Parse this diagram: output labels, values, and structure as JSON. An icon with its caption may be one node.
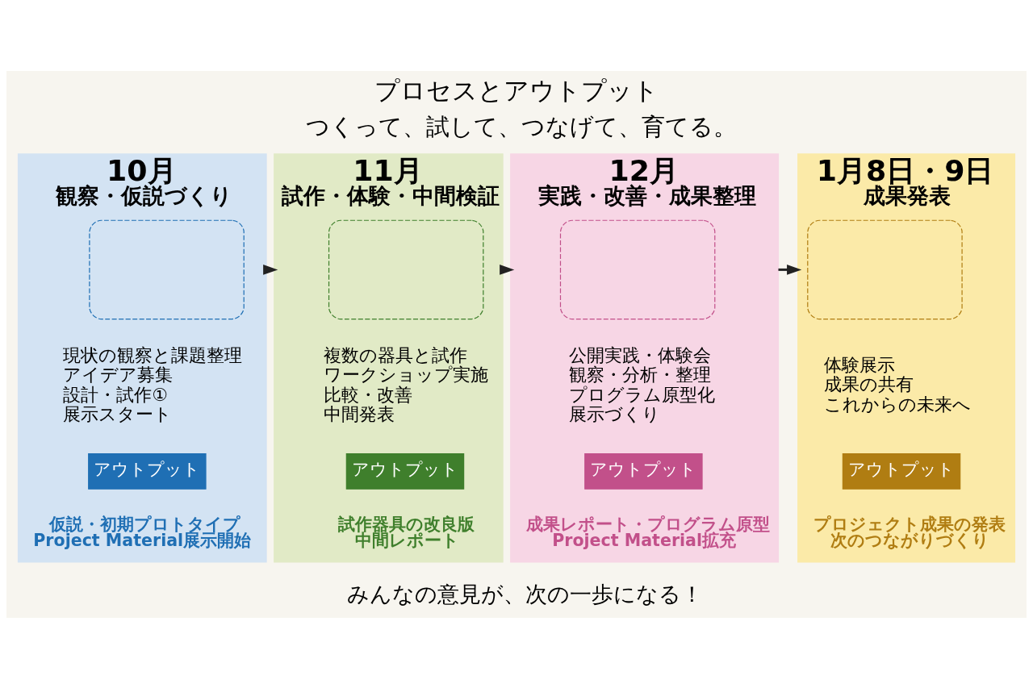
{
  "diagram": {
    "title": "プロセスとアウトプット",
    "nodes": [
      {
        "text": [
          "10月",
          "観察・仮説づくり"
        ]
      },
      {
        "text": [],
        "shape": "box",
        "in": 0
      },
      {
        "text": [
          "現状の観察と課題整理",
          "アイデア募集",
          "設計・試作①",
          "展示スタート"
        ],
        "in": 0
      },
      {
        "text": [
          "アウトプット"
        ],
        "in": 0,
        "beside": [
          "仮説・初期プロトタイプ",
          "Project Material展示開始"
        ]
      },
      {
        "text": [
          "11月",
          "試作・体験・中間検証"
        ]
      },
      {
        "text": [],
        "shape": "box",
        "in": 4
      },
      {
        "text": [
          "複数の器具と試作",
          "ワークショップ実施",
          "比較・改善",
          "中間発表"
        ],
        "in": 4
      },
      {
        "text": [
          "アウトプット"
        ],
        "in": 4,
        "beside": [
          "試作器具の改良版",
          "中間レポート"
        ]
      },
      {
        "text": [
          "12月",
          "実践・改善・成果整理"
        ]
      },
      {
        "text": [],
        "shape": "box",
        "in": 8
      },
      {
        "text": [
          "公開実践・体験会",
          "観察・分析・整理",
          "プログラム原型化",
          "展示づくり"
        ],
        "in": 8
      },
      {
        "text": [
          "アウトプット"
        ],
        "in": 8,
        "beside": [
          "成果レポート・プログラム原型",
          "Project Material拡充"
        ]
      },
      {
        "text": [
          "1月8日・9日",
          "成果発表"
        ]
      },
      {
        "text": [],
        "shape": "box",
        "in": 12
      },
      {
        "text": [
          "体験展示",
          "成果の共有",
          "これからの未来へ"
        ],
        "in": 12
      },
      {
        "text": [
          "アウトプット"
        ],
        "in": 12,
        "beside": [
          "プロジェクト成果の発表",
          "次のつながりづくり"
        ]
      }
    ],
    "edges": [
      {
        "from": 0,
        "to": 4,
        "arrow": "to"
      },
      {
        "from": 4,
        "to": 8,
        "arrow": "to"
      },
      {
        "from": 8,
        "to": 12,
        "arrow": "to"
      }
    ],
    "labels": [
      "つくって、試して、つなげて、育てる。",
      "みんなの意見が、次の一歩になる！"
    ]
  }
}
